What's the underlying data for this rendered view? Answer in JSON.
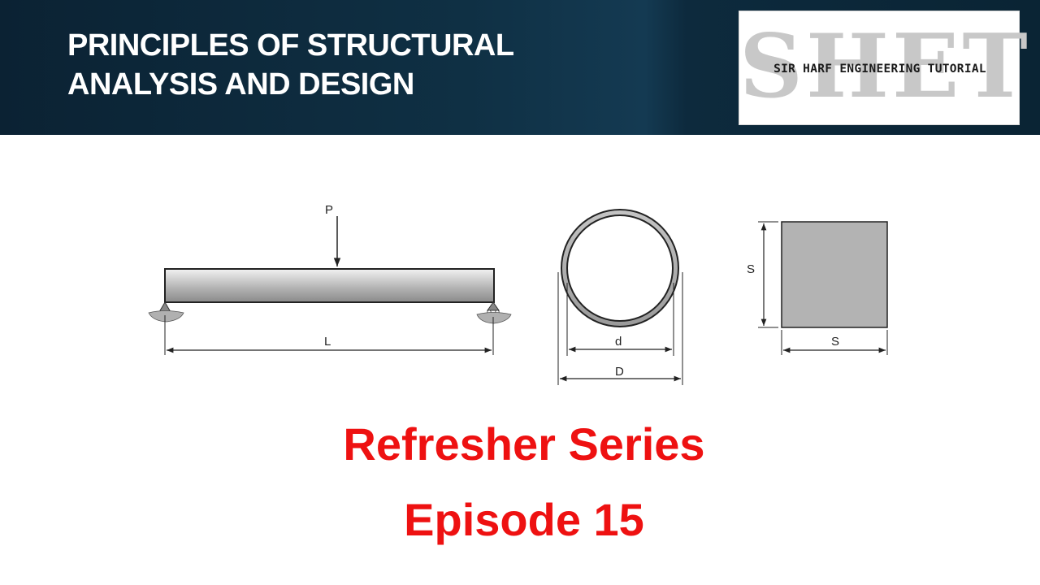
{
  "header": {
    "title_line1": "PRINCIPLES OF STRUCTURAL",
    "title_line2": "ANALYSIS AND DESIGN",
    "logo": {
      "watermark_text": "SHET",
      "tagline": "SIR HARF ENGINEERING TUTORIAL"
    }
  },
  "diagram": {
    "beam": {
      "load_label": "P",
      "span_label": "L"
    },
    "hollow_circle": {
      "inner_label": "d",
      "outer_label": "D"
    },
    "square": {
      "height_label": "S",
      "width_label": "S"
    }
  },
  "titles": {
    "series": "Refresher Series",
    "episode": "Episode 15"
  },
  "colors": {
    "header_bg": "#0f3044",
    "title_red": "#ee1111",
    "section_fill": "#b3b3b3"
  }
}
